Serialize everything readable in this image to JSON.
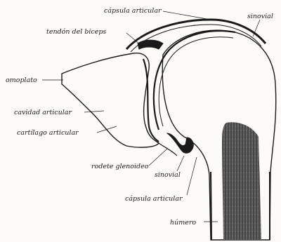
{
  "figure": {
    "labels": {
      "capsula_articular_top": "cápsula articular",
      "sinovial_top": "sinovial",
      "tendon_biceps": "tendón del biceps",
      "omoplato": "omoplato",
      "cavidad_articular": "cavidad articular",
      "cartilago_articular": "cartílago articular",
      "rodete_glenoideo": "rodete glenoideo",
      "sinovial_bottom": "sinovial",
      "capsula_articular_bottom": "cápsula articular",
      "humero": "húmero"
    },
    "colors": {
      "ink": "#1a1a1a",
      "paper": "#fcfbf8",
      "bone_fill": "#f4f1ea",
      "cortex": "#2b2b2b",
      "marrow": "#3a3a3a"
    }
  }
}
